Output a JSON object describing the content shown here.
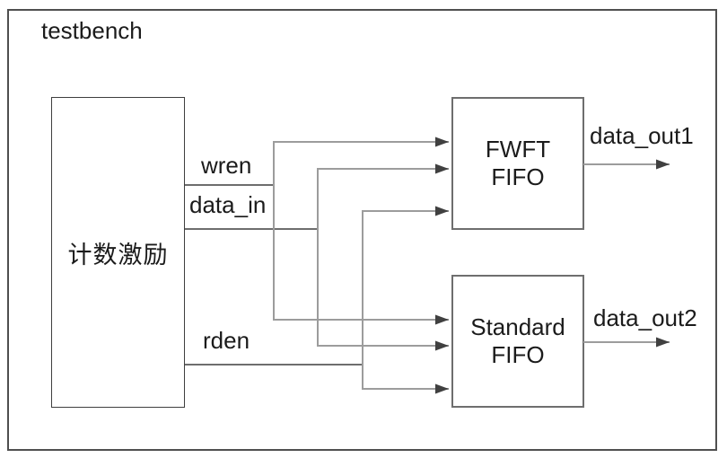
{
  "diagram": {
    "title": "testbench",
    "stimulus": {
      "label": "计数激励"
    },
    "fifos": [
      {
        "line1": "FWFT",
        "line2": "FIFO",
        "output": "data_out1"
      },
      {
        "line1": "Standard",
        "line2": "FIFO",
        "output": "data_out2"
      }
    ],
    "signals": [
      {
        "label": "wren"
      },
      {
        "label": "data_in"
      },
      {
        "label": "rden"
      }
    ],
    "outputs": [
      {
        "label": "data_out1"
      },
      {
        "label": "data_out2"
      }
    ],
    "connections": [
      {
        "from": "计数激励",
        "signal": "wren",
        "to": [
          "FWFT FIFO",
          "Standard FIFO"
        ]
      },
      {
        "from": "计数激励",
        "signal": "data_in",
        "to": [
          "FWFT FIFO",
          "Standard FIFO"
        ]
      },
      {
        "from": "计数激励",
        "signal": "rden",
        "to": [
          "FWFT FIFO",
          "Standard FIFO"
        ]
      },
      {
        "from": "FWFT FIFO",
        "signal": "data_out1",
        "to": [
          "testbench boundary"
        ]
      },
      {
        "from": "Standard FIFO",
        "signal": "data_out2",
        "to": [
          "testbench boundary"
        ]
      }
    ],
    "colors": {
      "background": "#ffffff",
      "text": "#1b1b1b",
      "outer_border": "#4f4f4f",
      "stimulus_border": "#3f3f3f",
      "fifo_border": "#6e6e6e",
      "stub_line": "#3f3f3f",
      "connector_line": "#9c9c9c",
      "arrowhead": "#404040"
    }
  }
}
